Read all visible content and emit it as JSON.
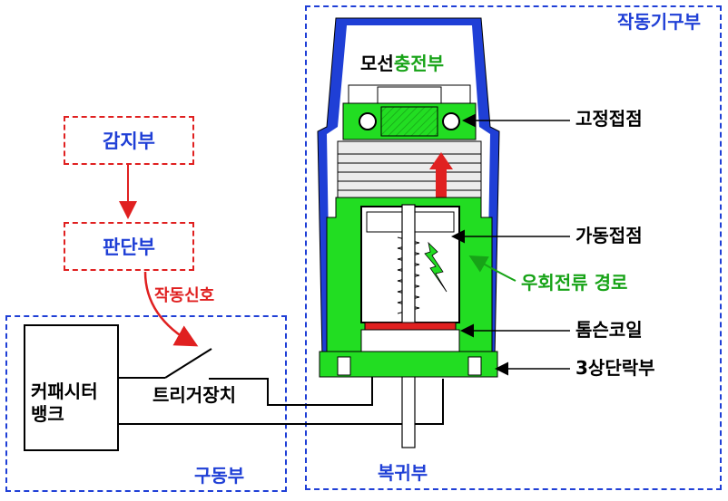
{
  "sections": {
    "actuator_label": "작동기구부",
    "driver_label": "구동부",
    "return_label": "복귀부"
  },
  "blocks": {
    "sensing": "감지부",
    "judging": "판단부",
    "signal": "작동신호",
    "capacitor_bank": "커패시터\n뱅크",
    "trigger": "트리거장치"
  },
  "mechanism": {
    "busbar_prefix": "모선",
    "busbar_suffix": "충전부",
    "fixed_contact": "고정접점",
    "moving_contact": "가동접점",
    "bypass_path": "우회전류 경로",
    "thomson_coil": "톰슨코일",
    "three_stage_latch": "3상단락부"
  },
  "colors": {
    "blue": "#1f3fd6",
    "red": "#e02020",
    "green": "#17a317",
    "bright_green": "#22dd22"
  }
}
